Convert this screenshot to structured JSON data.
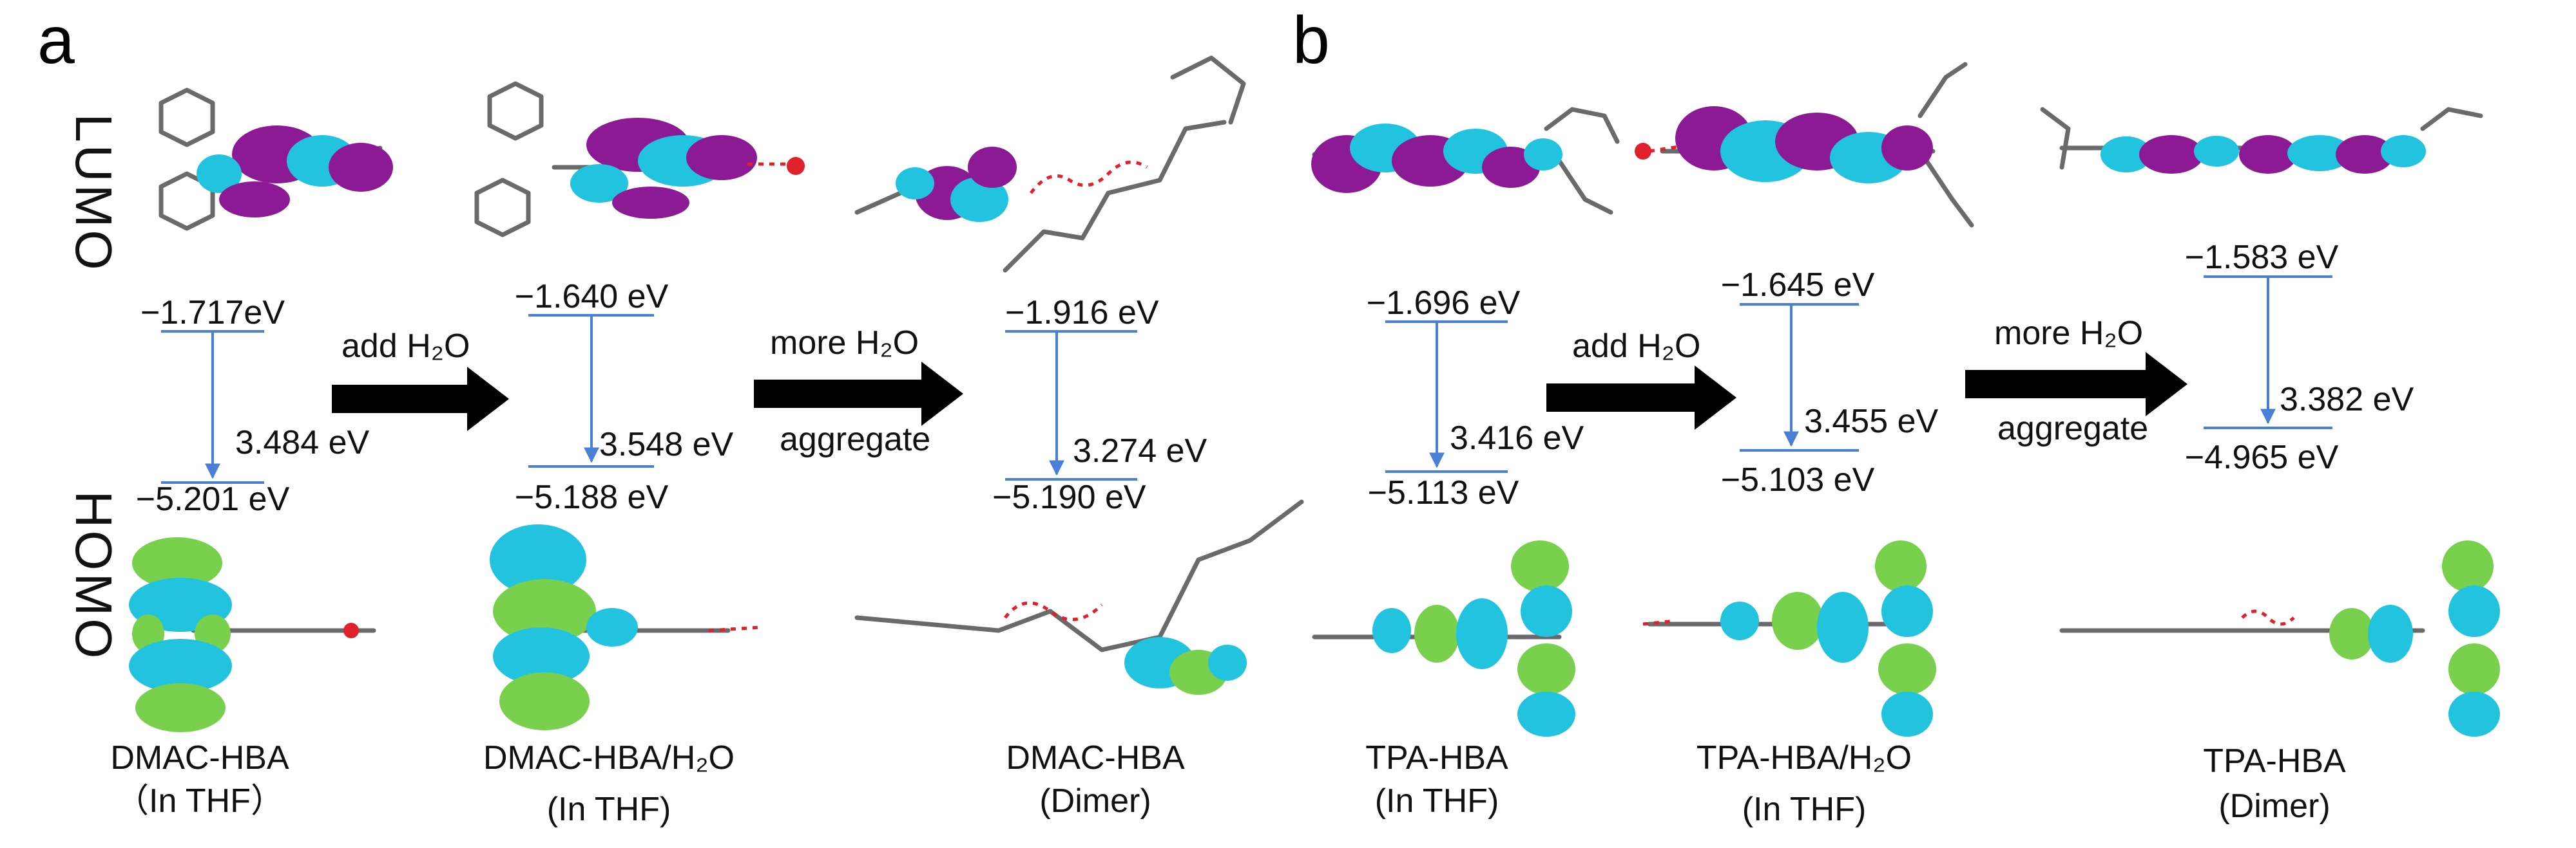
{
  "panels": [
    {
      "letter": "a",
      "lumo_label": "LUMO",
      "homo_label": "HOMO",
      "states": [
        {
          "lumo_energy": "−1.717eV",
          "homo_energy": "−5.201 eV",
          "gap": "3.484 eV",
          "caption_line1": "DMAC-HBA",
          "caption_line2": "（In THF）"
        },
        {
          "lumo_energy": "−1.640 eV",
          "homo_energy": "−5.188 eV",
          "gap": "3.548 eV",
          "caption_line1": "DMAC-HBA/H₂O",
          "caption_line2": "(In THF)"
        },
        {
          "lumo_energy": "−1.916 eV",
          "homo_energy": "−5.190 eV",
          "gap": "3.274 eV",
          "caption_line1": "DMAC-HBA",
          "caption_line2": "(Dimer)"
        }
      ],
      "steps": [
        {
          "top": "add H₂O",
          "bottom": ""
        },
        {
          "top": "more H₂O",
          "bottom": "aggregate"
        }
      ]
    },
    {
      "letter": "b",
      "lumo_label": "",
      "homo_label": "",
      "states": [
        {
          "lumo_energy": "−1.696 eV",
          "homo_energy": "−5.113 eV",
          "gap": "3.416 eV",
          "caption_line1": "TPA-HBA",
          "caption_line2": "(In THF)"
        },
        {
          "lumo_energy": "−1.645 eV",
          "homo_energy": "−5.103 eV",
          "gap": "3.455 eV",
          "caption_line1": "TPA-HBA/H₂O",
          "caption_line2": "(In THF)"
        },
        {
          "lumo_energy": "−1.583 eV",
          "homo_energy": "−4.965 eV",
          "gap": "3.382 eV",
          "caption_line1": "TPA-HBA",
          "caption_line2": "(Dimer)"
        }
      ],
      "steps": [
        {
          "top": "add H₂O",
          "bottom": ""
        },
        {
          "top": "more H₂O",
          "bottom": "aggregate"
        }
      ]
    }
  ],
  "colors": {
    "energy_line": "#4a7fd6",
    "step_arrow": "#000000",
    "lumo_phase_1": "#8b1a94",
    "lumo_phase_2": "#22c3df",
    "homo_phase_1": "#78d04c",
    "homo_phase_2": "#22c3df"
  },
  "icons": {
    "molecule": "ball-and-stick-molecule",
    "orbital_lobe": "orbital-isosurface-lobe"
  }
}
